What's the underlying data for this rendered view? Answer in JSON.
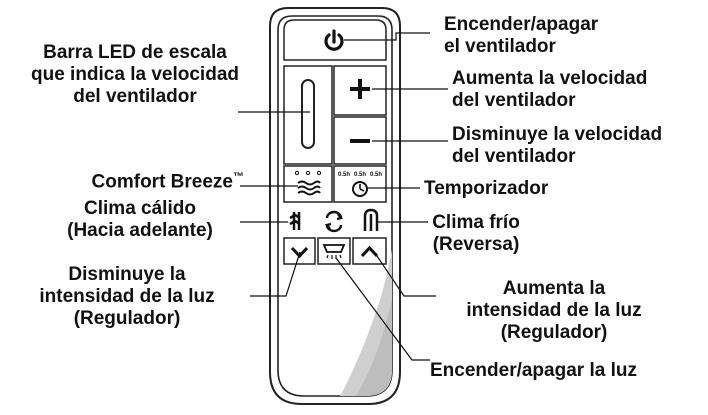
{
  "labels": {
    "power": [
      "Encender/apagar",
      "el ventilador"
    ],
    "led_bar": [
      "Barra LED de escala",
      "que indica la velocidad",
      "del ventilador"
    ],
    "speed_up": [
      "Aumenta la velocidad",
      "del ventilador"
    ],
    "speed_down": [
      "Disminuye la velocidad",
      "del ventilador"
    ],
    "comfort_breeze": "Comfort Breeze",
    "comfort_breeze_mark": "™",
    "timer": "Temporizador",
    "warm": [
      "Clima cálido",
      "(Hacia adelante)"
    ],
    "cool": [
      "Clima frío",
      "(Reversa)"
    ],
    "dim_down": [
      "Disminuye la",
      "intensidad de la luz",
      "(Regulador)"
    ],
    "dim_up": [
      "Aumenta la",
      "intensidad de la luz",
      "(Regulador)"
    ],
    "light": "Encender/apagar la luz"
  },
  "remote": {
    "timer_options": [
      "0.5h",
      "0.5h",
      "0.5h"
    ],
    "body_color": "#ffffff",
    "outline_color": "#222222",
    "shade_color": "#cfcfcf"
  },
  "icons": {
    "power": "power-icon",
    "plus": "plus-icon",
    "minus": "minus-icon",
    "breeze": "breeze-icon",
    "timer": "clock-icon",
    "warm": "warm-weather-icon",
    "reverse": "reverse-icon",
    "cool": "cool-weather-icon",
    "dim_down": "chevron-down-icon",
    "light": "light-icon",
    "dim_up": "chevron-up-icon"
  }
}
